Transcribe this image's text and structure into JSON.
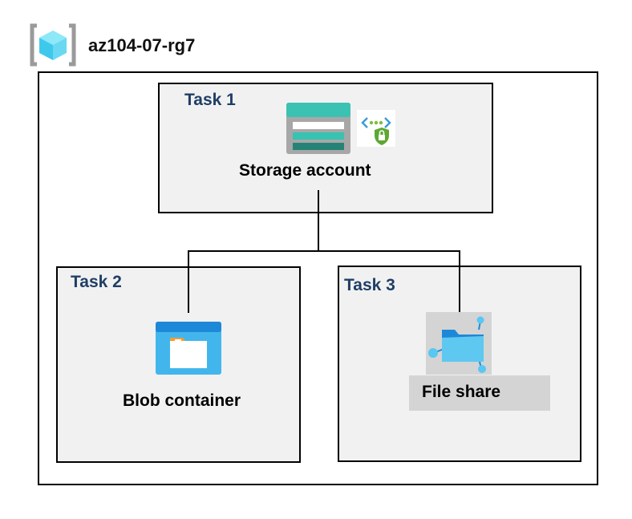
{
  "resource_group": {
    "title": "az104-07-rg7",
    "icon": "resource-group-icon"
  },
  "tasks": [
    {
      "label": "Task 1",
      "resource": "Storage account",
      "icon": "storage-account-icon",
      "badge_icon": "private-endpoint-lock-icon"
    },
    {
      "label": "Task 2",
      "resource": "Blob container",
      "icon": "blob-container-icon"
    },
    {
      "label": "Task 3",
      "resource": "File share",
      "icon": "file-share-icon"
    }
  ],
  "colors": {
    "task_label": "#1f3e66",
    "box_fill": "#f1f1f1",
    "label_highlight": "#d4d4d4",
    "azure_blue": "#1e88d8",
    "storage_teal": "#3cc2b2"
  }
}
